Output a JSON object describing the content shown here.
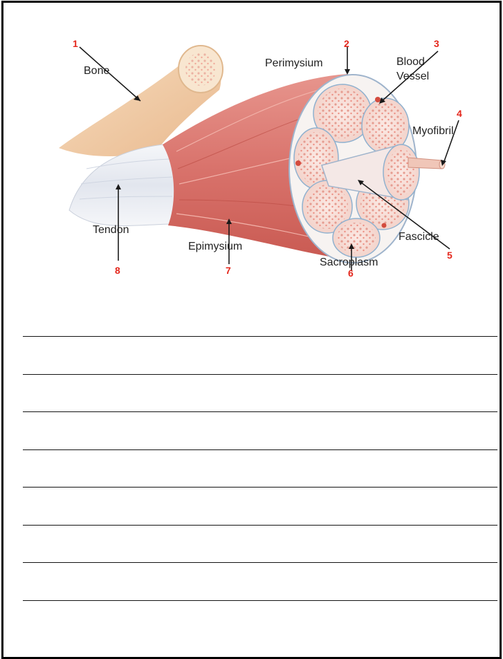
{
  "diagram": {
    "labels": {
      "bone": "Bone",
      "perimysium": "Perimysium",
      "blood_vessel_line1": "Blood",
      "blood_vessel_line2": "Vessel",
      "myofibril": "Myofibril",
      "fascicle": "Fascicle",
      "sacroplasm": "Sacroplasm",
      "epimysium": "Epimysium",
      "tendon": "Tendon"
    },
    "numbers": [
      "1",
      "2",
      "3",
      "4",
      "5",
      "6",
      "7",
      "8"
    ]
  },
  "worksheet": {
    "answer_line_count": 8
  },
  "colors": {
    "muscle": "#d9736c",
    "muscle_dark": "#b9483f",
    "bone": "#f1c9a3",
    "tendon": "#eef0f4",
    "fascicle": "#f6dcd4",
    "number_red": "#e4261b",
    "frame": "#000000"
  }
}
